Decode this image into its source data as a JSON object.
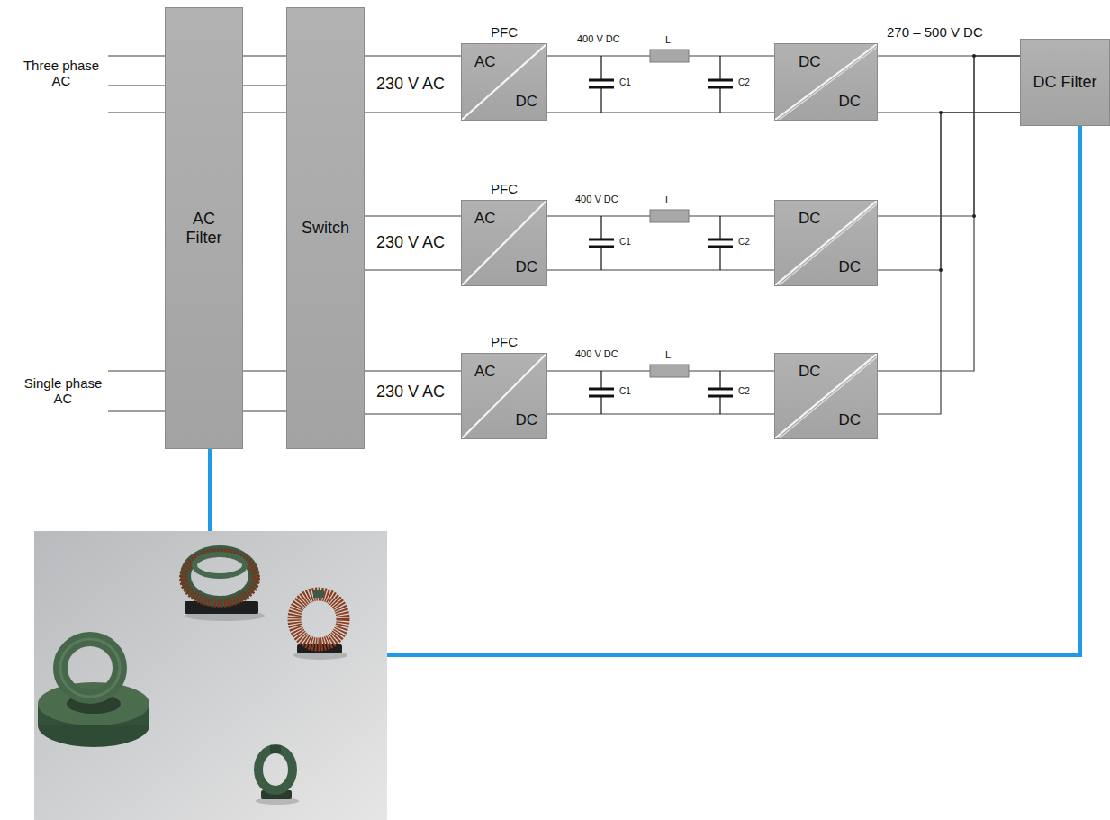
{
  "diagram": {
    "nodes": [
      {
        "text": [
          "AC Filter"
        ]
      },
      {
        "text": [
          "Switch"
        ]
      },
      {
        "text": [
          "PFC",
          "AC",
          "DC"
        ]
      },
      {
        "text": [
          "DC",
          "DC"
        ]
      },
      {
        "text": [
          "PFC",
          "AC",
          "DC"
        ]
      },
      {
        "text": [
          "DC",
          "DC"
        ]
      },
      {
        "text": [
          "PFC",
          "AC",
          "DC"
        ]
      },
      {
        "text": [
          "DC",
          "DC"
        ]
      },
      {
        "text": [
          "DC Filter"
        ]
      }
    ],
    "edges": [
      {
        "from": 0,
        "to": 1,
        "arrow": "none"
      },
      {
        "from": 0,
        "to": 1,
        "arrow": "none"
      },
      {
        "from": 0,
        "to": 1,
        "arrow": "none"
      },
      {
        "from": 0,
        "to": 1,
        "arrow": "none"
      },
      {
        "from": 0,
        "to": 1,
        "arrow": "none"
      },
      {
        "from": 1,
        "to": 2,
        "arrow": "none"
      },
      {
        "from": 1,
        "to": 2,
        "arrow": "none"
      },
      {
        "from": 1,
        "to": 4,
        "arrow": "none"
      },
      {
        "from": 1,
        "to": 4,
        "arrow": "none"
      },
      {
        "from": 1,
        "to": 6,
        "arrow": "none"
      },
      {
        "from": 1,
        "to": 6,
        "arrow": "none"
      },
      {
        "from": 2,
        "to": 3,
        "arrow": "none"
      },
      {
        "from": 2,
        "to": 3,
        "arrow": "none"
      },
      {
        "from": 4,
        "to": 5,
        "arrow": "none"
      },
      {
        "from": 4,
        "to": 5,
        "arrow": "none"
      },
      {
        "from": 6,
        "to": 7,
        "arrow": "none"
      },
      {
        "from": 6,
        "to": 7,
        "arrow": "none"
      },
      {
        "from": 3,
        "to": 8,
        "arrow": "none"
      },
      {
        "from": 3,
        "to": 8,
        "arrow": "none"
      },
      {
        "from": 5,
        "to": 8,
        "arrow": "none"
      },
      {
        "from": 5,
        "to": 8,
        "arrow": "none"
      },
      {
        "from": 7,
        "to": 8,
        "arrow": "none"
      },
      {
        "from": 7,
        "to": 8,
        "arrow": "none"
      }
    ],
    "labels": [
      "Three phase AC",
      "Single phase AC",
      "230 V AC",
      "400 V DC",
      "L",
      "C1",
      "C2",
      "230 V AC",
      "400 V DC",
      "L",
      "C1",
      "C2",
      "230 V AC",
      "400 V DC",
      "L",
      "C1",
      "C2",
      "270 – 500 V DC"
    ]
  }
}
